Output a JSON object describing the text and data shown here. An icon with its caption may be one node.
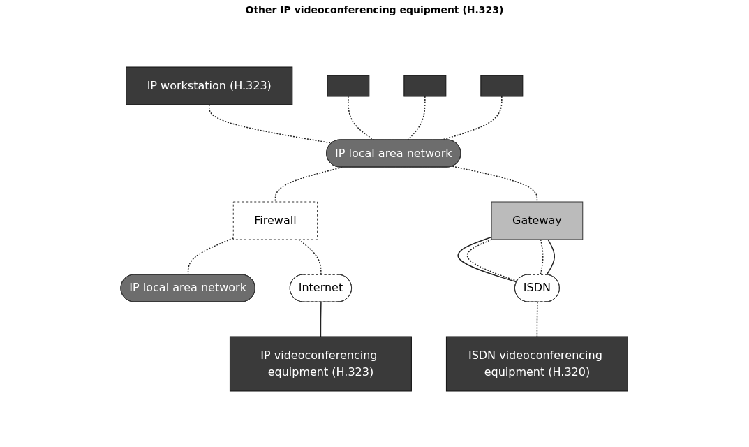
{
  "diagram": {
    "nodes": [
      {
        "text": [
          "IP workstation (H.323)"
        ]
      },
      {
        "text": [],
        "shape": "box"
      },
      {
        "text": [],
        "shape": "box"
      },
      {
        "text": [],
        "shape": "box"
      },
      {
        "text": [
          "IP local area network"
        ]
      },
      {
        "text": [
          "Firewall"
        ]
      },
      {
        "text": [
          "IP local area network"
        ]
      },
      {
        "text": [
          "Gateway"
        ]
      },
      {
        "text": [
          "Internet"
        ]
      },
      {
        "text": [
          "ISDN"
        ]
      },
      {
        "text": [
          "IP videoconferencing equipment (H.323)"
        ]
      },
      {
        "text": [
          "ISDN videoconferencing equipment (H.320)"
        ]
      }
    ],
    "edges": [
      {
        "from": 0,
        "to": 4,
        "arrow": "none",
        "style": "dashed"
      },
      {
        "from": 1,
        "to": 4,
        "arrow": "none",
        "style": "dashed"
      },
      {
        "from": 2,
        "to": 4,
        "arrow": "none",
        "style": "dashed"
      },
      {
        "from": 3,
        "to": 4,
        "arrow": "none",
        "style": "dashed"
      },
      {
        "from": 4,
        "to": 5,
        "arrow": "none",
        "style": "dashed"
      },
      {
        "from": 5,
        "to": 6,
        "arrow": "none",
        "style": "dashed"
      },
      {
        "from": 4,
        "to": 7,
        "arrow": "none",
        "style": "dashed"
      },
      {
        "from": 5,
        "to": 8,
        "arrow": "none",
        "style": "dashed"
      },
      {
        "from": 7,
        "to": 9,
        "arrow": "none"
      },
      {
        "from": 7,
        "to": 9,
        "arrow": "none",
        "style": "dashed"
      },
      {
        "from": 7,
        "to": 9,
        "arrow": "none",
        "style": "dashed"
      },
      {
        "from": 7,
        "to": 9,
        "arrow": "none"
      },
      {
        "from": 8,
        "to": 10,
        "arrow": "none"
      },
      {
        "from": 9,
        "to": 11,
        "arrow": "none",
        "style": "dashed"
      }
    ],
    "labels": [
      "Other IP videoconferencing equipment (H.323)"
    ]
  }
}
